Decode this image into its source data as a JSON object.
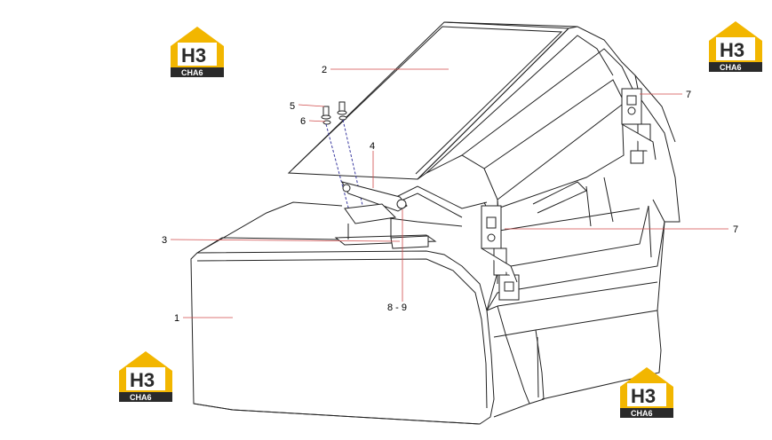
{
  "diagram": {
    "callouts": [
      {
        "id": "1",
        "label": "1"
      },
      {
        "id": "2",
        "label": "2"
      },
      {
        "id": "3",
        "label": "3"
      },
      {
        "id": "4",
        "label": "4"
      },
      {
        "id": "5",
        "label": "5"
      },
      {
        "id": "6",
        "label": "6"
      },
      {
        "id": "7a",
        "label": "7"
      },
      {
        "id": "7b",
        "label": "7"
      },
      {
        "id": "89",
        "label": "8 - 9"
      }
    ],
    "watermark": {
      "mark": "H3",
      "caption": "CHA6"
    },
    "colors": {
      "line": "#222222",
      "leader": "#d04a4a",
      "logo_yellow": "#f2b600",
      "logo_dark": "#2a2a2a"
    }
  }
}
